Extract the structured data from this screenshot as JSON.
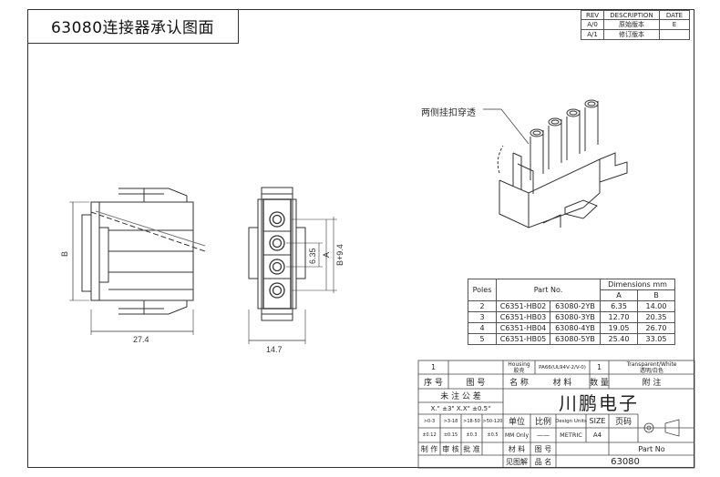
{
  "header": {
    "title": "63080连接器承认图面"
  },
  "revision": {
    "cols": [
      "REV",
      "DESCRIPTION",
      "DATE"
    ],
    "rows": [
      [
        "A/0",
        "原始版本",
        "E"
      ],
      [
        "A/1",
        "修订版本",
        ""
      ]
    ]
  },
  "callout": {
    "text": "两侧挂扣穿透"
  },
  "dims": {
    "width_side": "27.4",
    "width_front": "14.7",
    "b_label": "B",
    "pitch": "6.35",
    "a_label": "A",
    "b_front": "B+9.4"
  },
  "dim_table": {
    "h_poles": "Poles",
    "h_part": "Part No.",
    "h_dimensions": "Dimensions mm",
    "h_a": "A",
    "h_b": "B",
    "rows": [
      {
        "poles": "2",
        "pn1": "C6351-HB02",
        "pn2": "63080-2YB",
        "a": "6.35",
        "b": "14.00"
      },
      {
        "poles": "3",
        "pn1": "C6351-HB03",
        "pn2": "63080-3YB",
        "a": "12.70",
        "b": "20.35"
      },
      {
        "poles": "4",
        "pn1": "C6351-HB04",
        "pn2": "63080-4YB",
        "a": "19.05",
        "b": "26.70"
      },
      {
        "poles": "5",
        "pn1": "C6351-HB05",
        "pn2": "63080-5YB",
        "a": "25.40",
        "b": "33.05"
      }
    ]
  },
  "title_block": {
    "row1": {
      "qty_no": "1",
      "housing": "Housing",
      "housing_cn": "胶壳",
      "material": "PA66(UL94V-2/V-0)",
      "count": "1",
      "color": "Transparent/White",
      "color_cn": "透明/白色"
    },
    "hdr": {
      "seq": "序 号",
      "drawing": "图    号",
      "name": "名 称",
      "mat": "材    料",
      "qty": "数 量",
      "note": "附    注"
    },
    "tol_title": "未 注 公 差",
    "tol_line": "X.\" ±3\"  X.X\" ±0.5\"",
    "tol_r1": [
      ">0-3",
      ">3-18",
      ">18-50",
      ">50-120"
    ],
    "tol_r2": [
      "±0.12",
      "±0.15",
      "±0.3",
      "±0.5"
    ],
    "company": "川鹏电子",
    "unit": "单位",
    "scale": "比例",
    "design_units": "Design Units",
    "size": "SIZE",
    "page": "页码",
    "unit_v": "MM Only",
    "scale_v": "——",
    "design_v": "METRIC",
    "size_v": "A4",
    "roles": [
      "制 作",
      "审 核",
      "批 准",
      "材 料",
      "图 号"
    ],
    "part_no_label": "Part No",
    "see_drawing": "见图解",
    "product_name": "品 名",
    "product_val": "63080"
  }
}
